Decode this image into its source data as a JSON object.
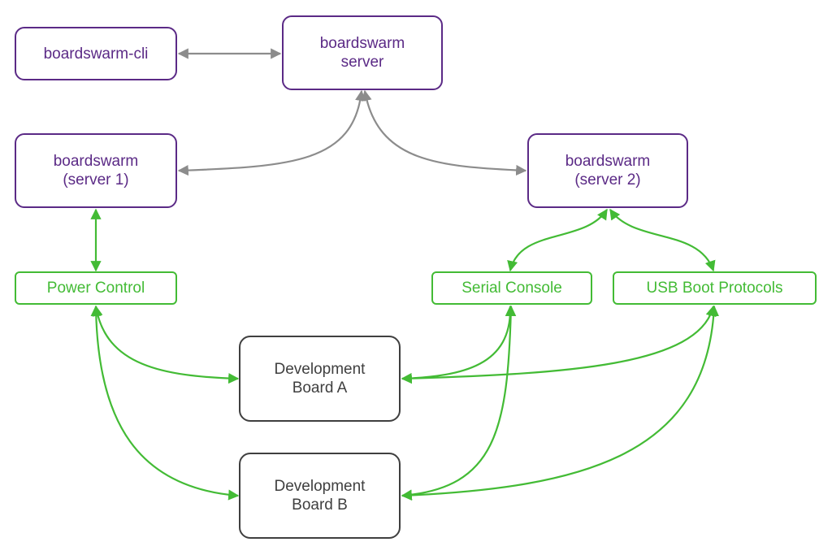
{
  "diagram": {
    "nodes": {
      "cli": {
        "label": "boardswarm-cli"
      },
      "server": {
        "label": "boardswarm\nserver"
      },
      "server1": {
        "label": "boardswarm\n(server 1)"
      },
      "server2": {
        "label": "boardswarm\n(server 2)"
      },
      "power": {
        "label": "Power Control"
      },
      "serial": {
        "label": "Serial Console"
      },
      "usb": {
        "label": "USB Boot Protocols"
      },
      "boardA": {
        "label": "Development\nBoard A"
      },
      "boardB": {
        "label": "Development\nBoard B"
      }
    },
    "edges": [
      {
        "from": "cli",
        "to": "server",
        "direction": "both",
        "color": "#8c8c8c"
      },
      {
        "from": "server",
        "to": "server1",
        "direction": "both",
        "color": "#8c8c8c"
      },
      {
        "from": "server",
        "to": "server2",
        "direction": "both",
        "color": "#8c8c8c"
      },
      {
        "from": "server1",
        "to": "power",
        "direction": "both",
        "color": "#43bb35"
      },
      {
        "from": "server2",
        "to": "serial",
        "direction": "both",
        "color": "#43bb35"
      },
      {
        "from": "server2",
        "to": "usb",
        "direction": "both",
        "color": "#43bb35"
      },
      {
        "from": "power",
        "to": "boardA",
        "direction": "both",
        "color": "#43bb35"
      },
      {
        "from": "power",
        "to": "boardB",
        "direction": "both",
        "color": "#43bb35"
      },
      {
        "from": "serial",
        "to": "boardA",
        "direction": "both",
        "color": "#43bb35"
      },
      {
        "from": "serial",
        "to": "boardB",
        "direction": "both",
        "color": "#43bb35"
      },
      {
        "from": "usb",
        "to": "boardA",
        "direction": "both",
        "color": "#43bb35"
      },
      {
        "from": "usb",
        "to": "boardB",
        "direction": "both",
        "color": "#43bb35"
      }
    ],
    "colors": {
      "server": "#5b2a86",
      "interface": "#43bb35",
      "board": "#3f3f3f",
      "link": "#8c8c8c"
    }
  }
}
